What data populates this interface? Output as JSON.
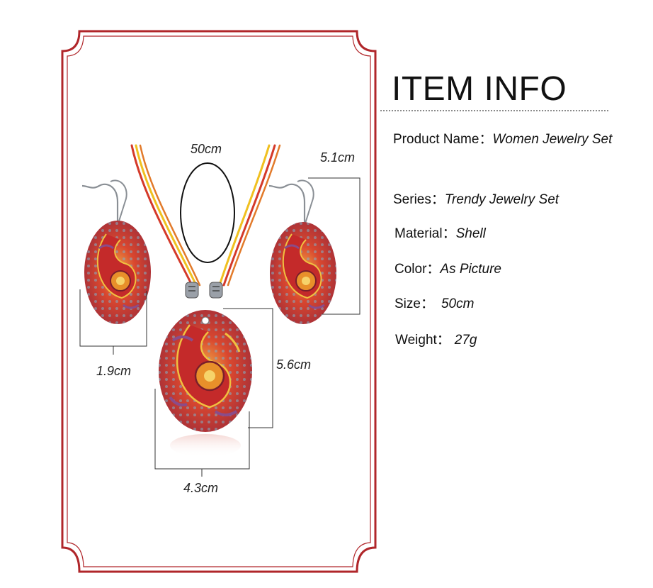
{
  "dimensions": {
    "necklace_length": "50cm",
    "earring_height": "5.1cm",
    "earring_width": "1.9cm",
    "pendant_height": "5.6cm",
    "pendant_width": "4.3cm"
  },
  "info": {
    "title": "ITEM INFO",
    "rows": [
      {
        "label": "Product Name：",
        "value": "Women  Jewelry Set"
      },
      {
        "label": "Series：",
        "value": "Trendy  Jewelry Set"
      },
      {
        "label": "Material：",
        "value": "Shell"
      },
      {
        "label": "Color：",
        "value": "As Picture"
      },
      {
        "label": "Size：",
        "value": "50cm"
      },
      {
        "label": "Weight：",
        "value": "27g"
      }
    ]
  },
  "colors": {
    "frame": "#b0262a",
    "paisley_red": "#c42a2a",
    "paisley_orange": "#e8902a",
    "paisley_purple": "#8a4c8a",
    "cord_red": "#d43a2a",
    "cord_yellow": "#f0c020"
  }
}
